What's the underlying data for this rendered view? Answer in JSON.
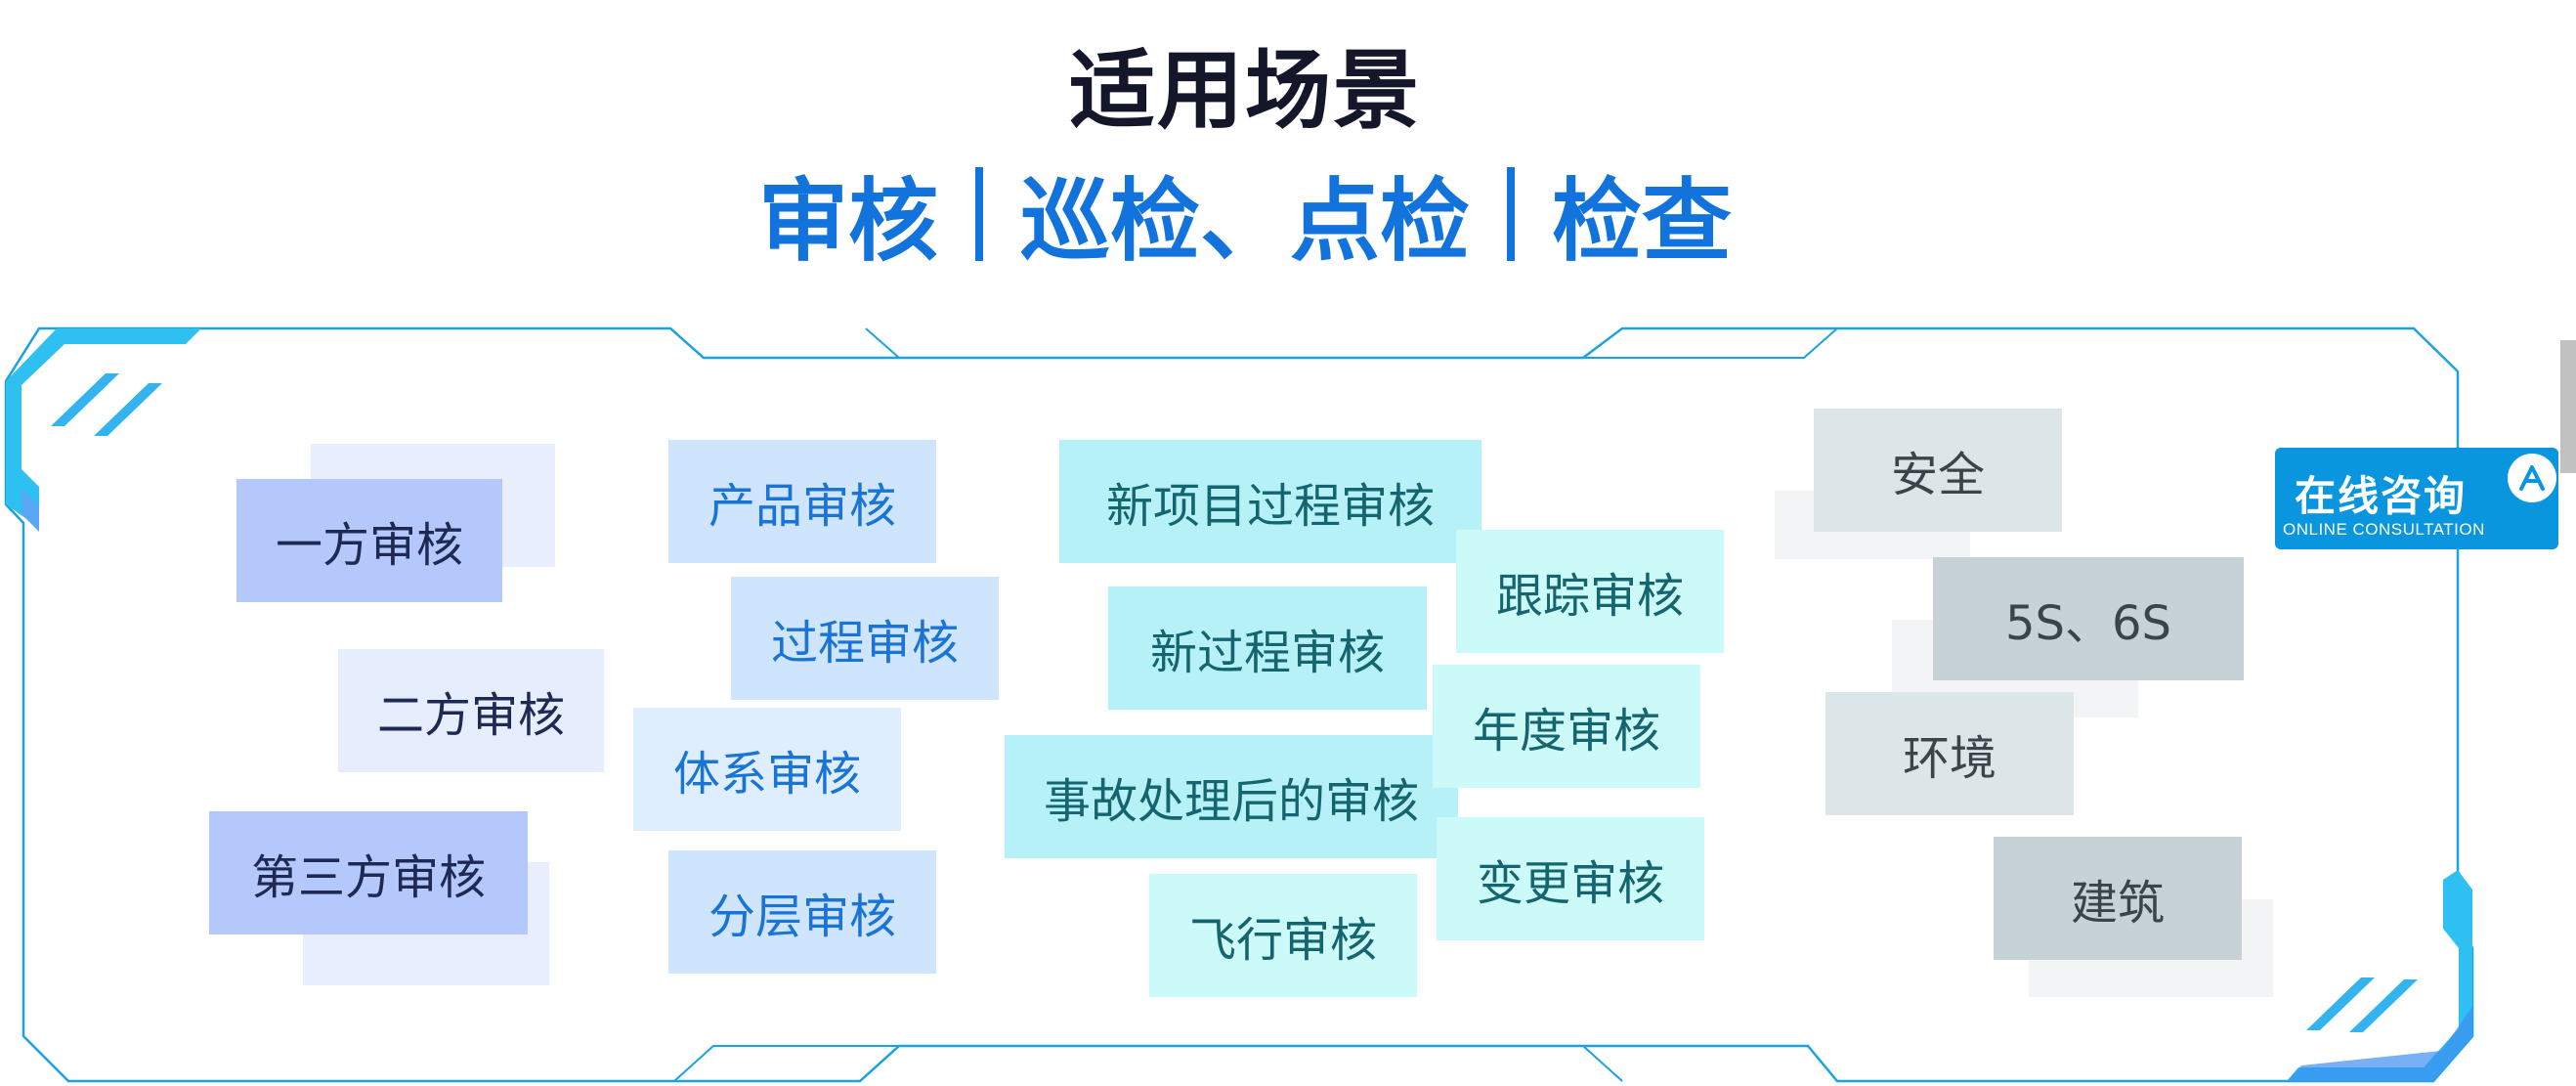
{
  "header": {
    "title": "适用场景",
    "subtitle_parts": [
      "审核",
      "巡检、点检",
      "检查"
    ]
  },
  "groups": {
    "party": [
      "一方审核",
      "二方审核",
      "第三方审核"
    ],
    "types": [
      "产品审核",
      "过程审核",
      "体系审核",
      "分层审核"
    ],
    "process": [
      "新项目过程审核",
      "新过程审核",
      "事故处理后的审核",
      "飞行审核"
    ],
    "periodic": [
      "跟踪审核",
      "年度审核",
      "变更审核"
    ],
    "domains": [
      "安全",
      "5S、6S",
      "环境",
      "建筑"
    ]
  },
  "consult": {
    "cn": "在线咨询",
    "en": "ONLINE CONSULTATION"
  },
  "colors": {
    "title": "#14162a",
    "accent": "#1273dc",
    "frame": "#1ba2e6",
    "consult_bg": "#0a96df"
  }
}
